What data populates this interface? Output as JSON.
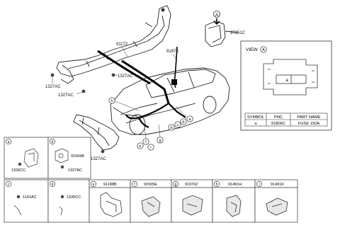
{
  "main_callouts": {
    "p91172": "91172",
    "p91875": "91875",
    "p37251c": "37251C",
    "p1327ac_a": "1327AC",
    "p1327ac_b": "1327AC",
    "p1327ac_c": "1327AC"
  },
  "view_marker": "A",
  "view_box": {
    "title": "VIEW",
    "marker": "A",
    "fuse_label": "a",
    "table": {
      "headers": [
        "SYMBOL",
        "PNC",
        "PART NAME"
      ],
      "rows": [
        [
          "a",
          "91806C",
          "FUSE 150A"
        ]
      ]
    }
  },
  "circle_labels": [
    "h",
    "a",
    "b",
    "c",
    "d",
    "e",
    "f",
    "i",
    "g"
  ],
  "detail_boxes": [
    {
      "letter": "a",
      "parts": [
        "1339CC"
      ]
    },
    {
      "letter": "b",
      "parts": [
        "91594A",
        "1327AC"
      ]
    },
    {
      "letter": "c",
      "parts": [
        "1141AC"
      ]
    },
    {
      "letter": "d",
      "parts": [
        "1339CC"
      ]
    },
    {
      "letter": "e",
      "part": "91188B"
    },
    {
      "letter": "f",
      "part": "91505E"
    },
    {
      "letter": "g",
      "part": "91970Z"
    },
    {
      "letter": "h",
      "part": "91491H"
    },
    {
      "letter": "i",
      "part": "91491K"
    }
  ]
}
